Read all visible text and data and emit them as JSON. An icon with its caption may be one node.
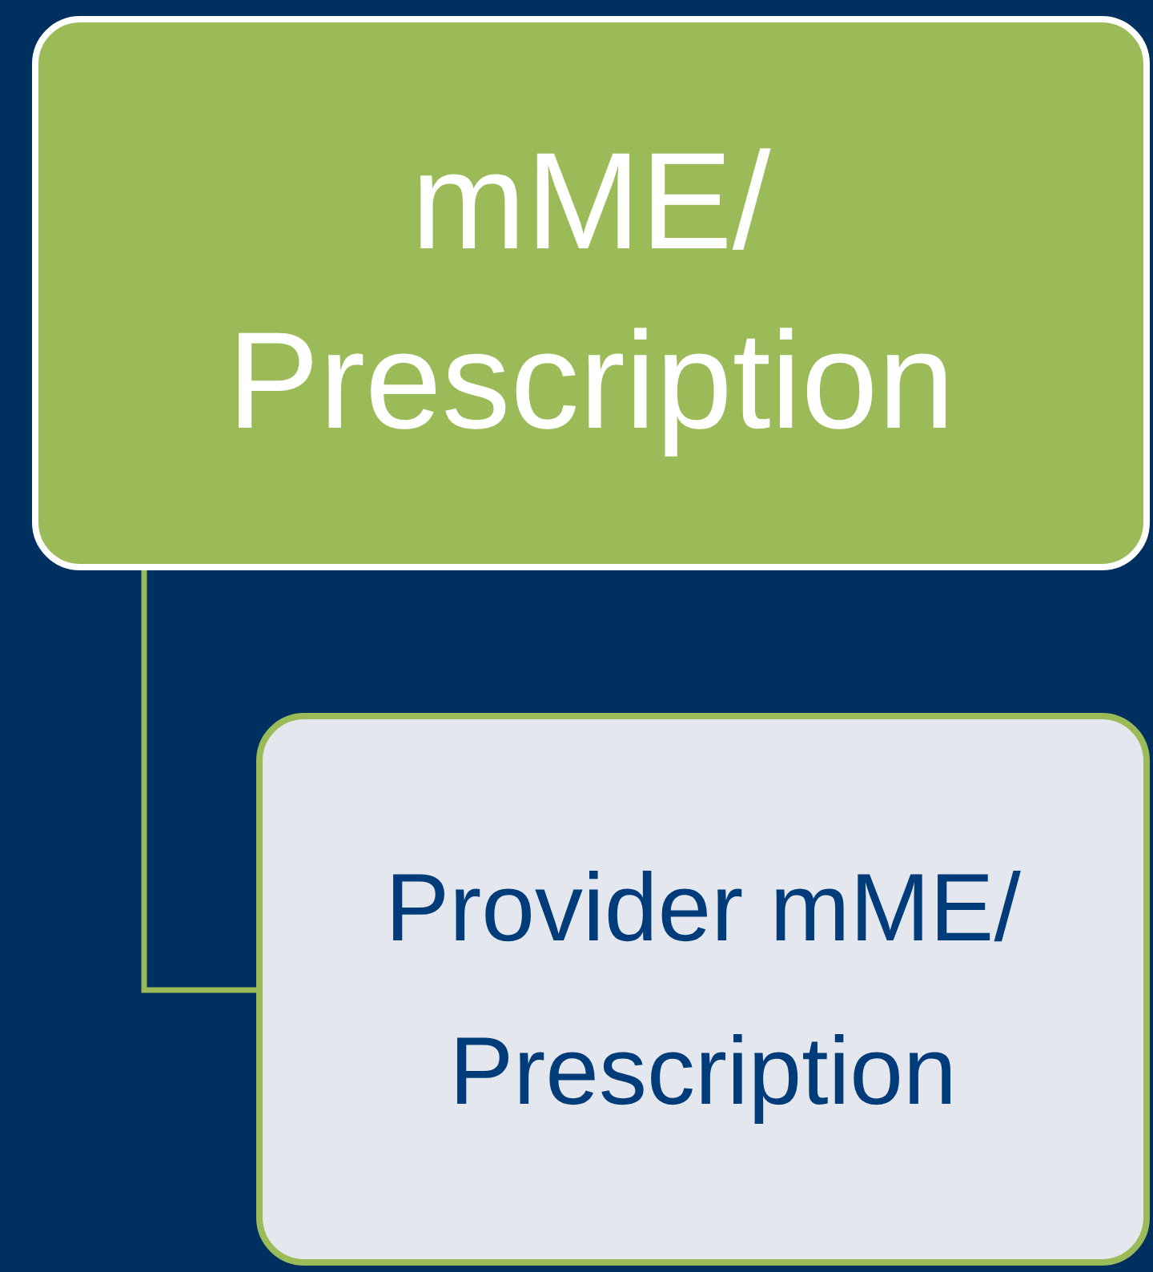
{
  "diagram": {
    "nodes": [
      {
        "text": [
          "mME/ Prescription"
        ]
      },
      {
        "text": [
          "Provider mME/ Prescription"
        ]
      }
    ],
    "edges": [
      {
        "from": 0,
        "to": 1,
        "arrow": "none"
      }
    ]
  }
}
